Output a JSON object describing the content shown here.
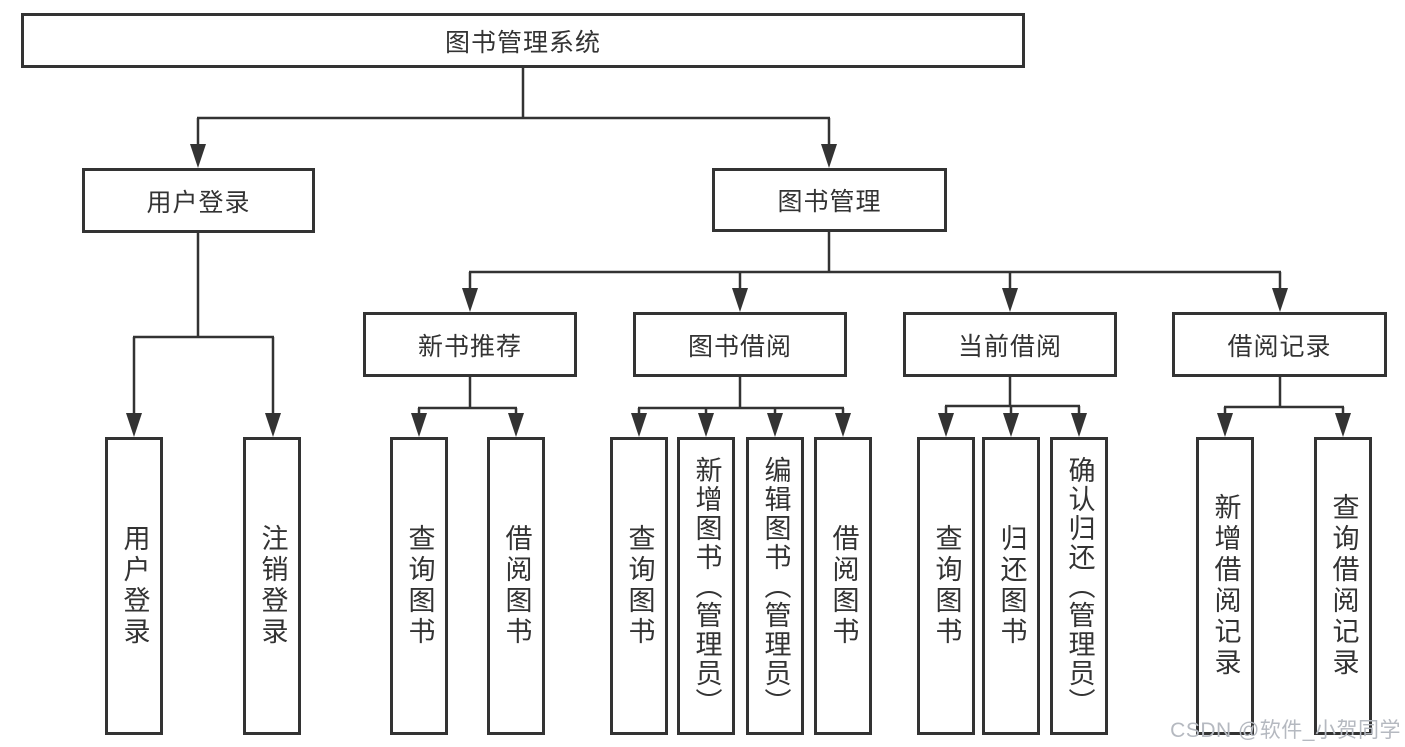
{
  "colors": {
    "line": "#333333",
    "text": "#333333",
    "canvas-bg": "#ffffff",
    "watermark": "#b5b9c0"
  },
  "watermark": "CSDN @软件_小贺同学",
  "tree": {
    "root": "图书管理系统",
    "branches": [
      {
        "label": "用户登录",
        "children": [
          "用户登录",
          "注销登录"
        ]
      },
      {
        "label": "图书管理",
        "groups": [
          {
            "label": "新书推荐",
            "children": [
              "查询图书",
              "借阅图书"
            ]
          },
          {
            "label": "图书借阅",
            "children": [
              "查询图书",
              "新增图书（管理员）",
              "编辑图书（管理员）",
              "借阅图书"
            ]
          },
          {
            "label": "当前借阅",
            "children": [
              "查询图书",
              "归还图书",
              "确认归还（管理员）"
            ]
          },
          {
            "label": "借阅记录",
            "children": [
              "新增借阅记录",
              "查询借阅记录"
            ]
          }
        ]
      }
    ]
  }
}
